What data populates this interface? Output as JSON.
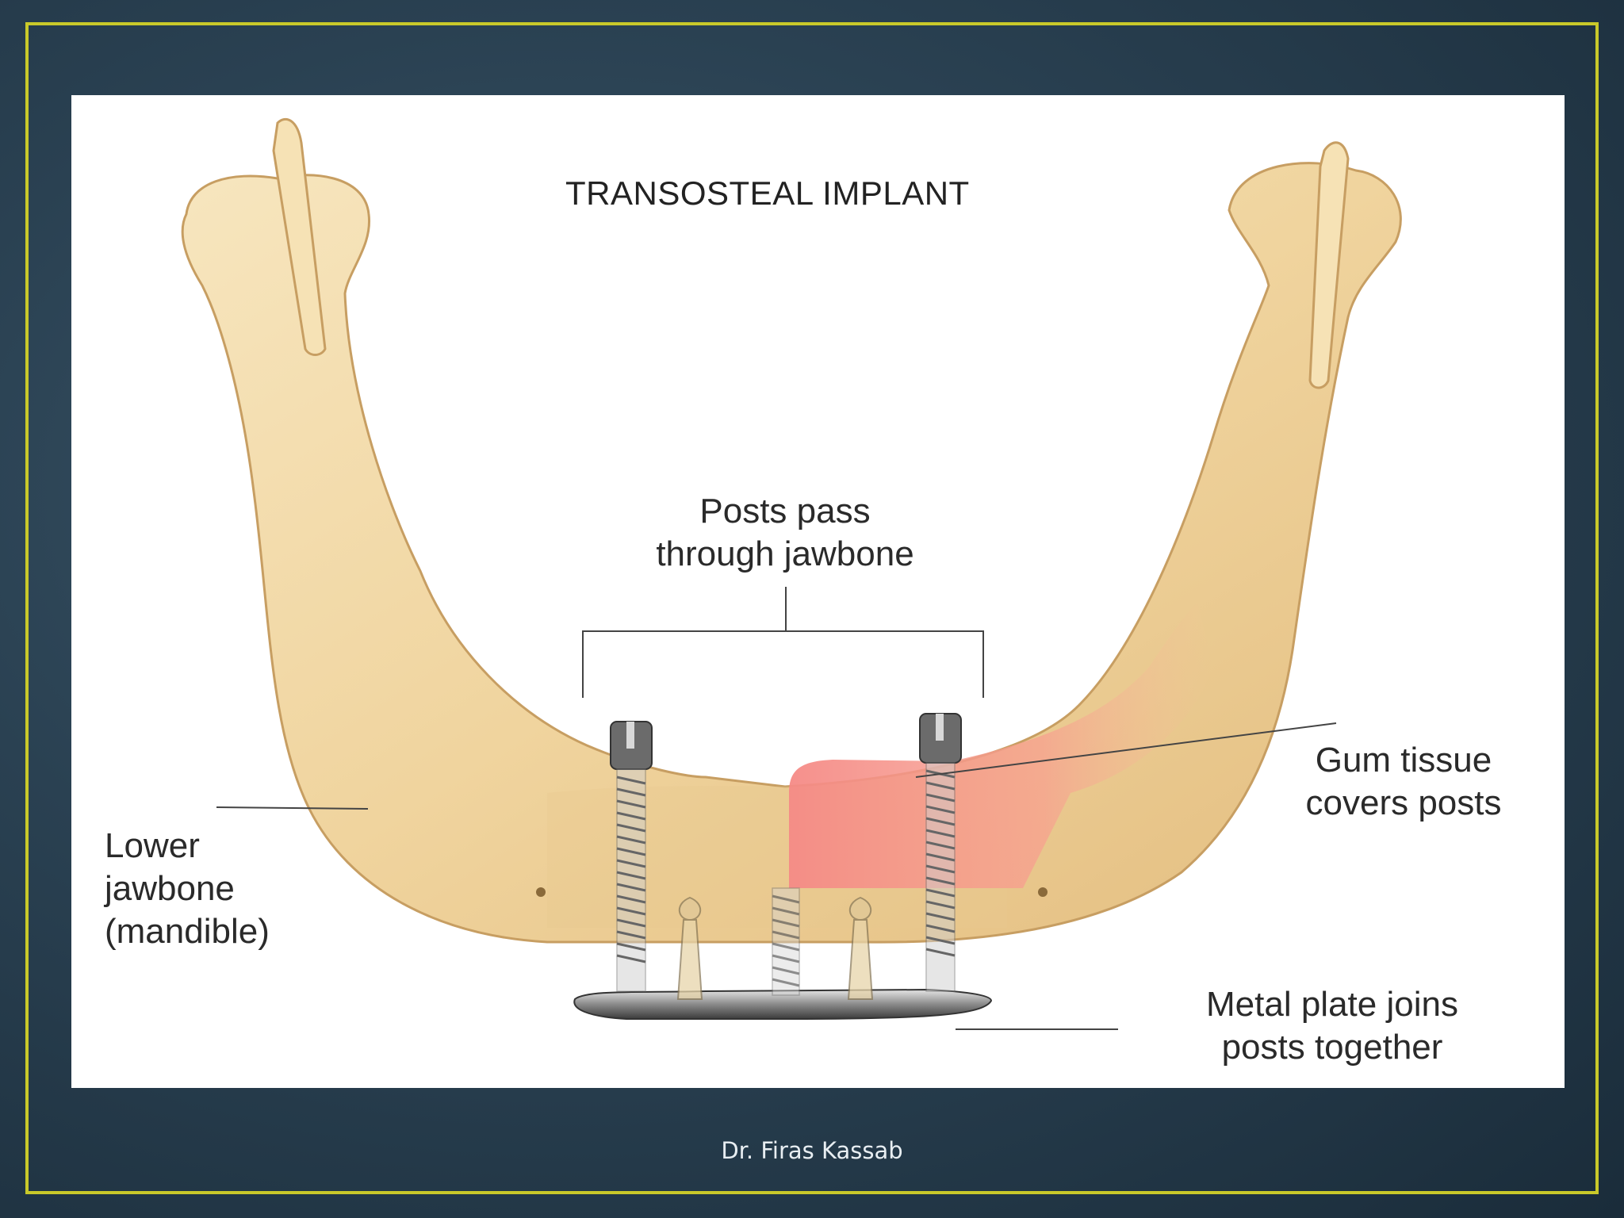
{
  "diagram": {
    "title": "TRANSOSTEAL IMPLANT",
    "labels": {
      "posts": [
        "Posts pass",
        "through jawbone"
      ],
      "gum": [
        "Gum tissue",
        "covers posts"
      ],
      "jaw": [
        "Lower",
        "jawbone",
        "(mandible)"
      ],
      "plate": [
        "Metal plate joins",
        "posts together"
      ]
    }
  },
  "footer": {
    "author": "Dr. Firas Kassab"
  },
  "colors": {
    "frame": "#c9c92a",
    "bone": "#f2d9a6",
    "gum": "#f07a78",
    "background": "#2a4152"
  }
}
